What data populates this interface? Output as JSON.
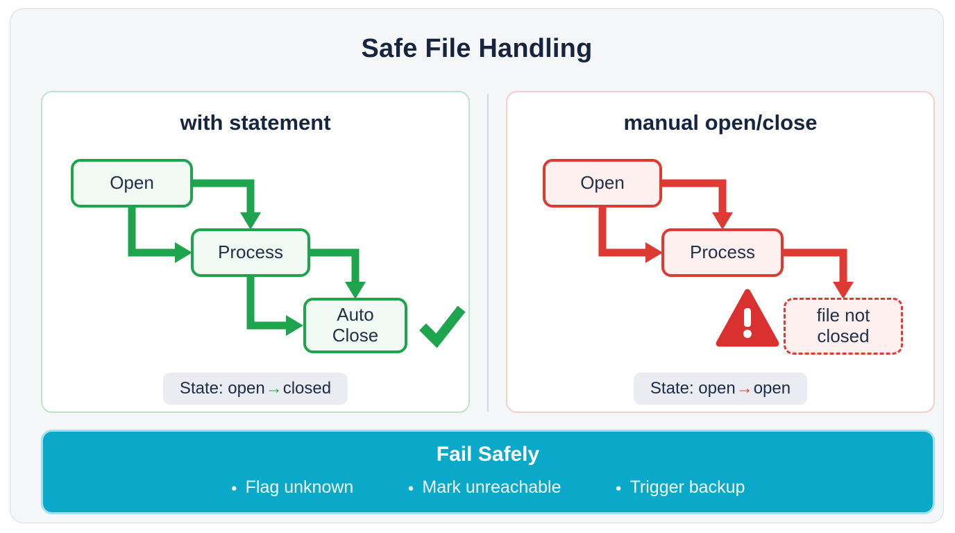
{
  "title": "Safe File Handling",
  "colors": {
    "green": "#1ea44d",
    "red": "#dc3a32",
    "teal": "#0aa8c9"
  },
  "left_panel": {
    "title": "with statement",
    "nodes": {
      "open": "Open",
      "process": "Process",
      "auto_close": "Auto Close"
    },
    "state": {
      "prefix": "State: open",
      "arrow": "→",
      "suffix": "closed"
    }
  },
  "right_panel": {
    "title": "manual open/close",
    "nodes": {
      "open": "Open",
      "process": "Process",
      "not_closed": "file not closed"
    },
    "state": {
      "prefix": "State: open",
      "arrow": "→",
      "suffix": "open"
    }
  },
  "banner": {
    "title": "Fail Safely",
    "bullet_glyph": "●",
    "bullets": [
      "Flag unknown",
      "Mark unreachable",
      "Trigger backup"
    ]
  },
  "icons": {
    "success": "check-icon",
    "failure": "warning-icon"
  }
}
